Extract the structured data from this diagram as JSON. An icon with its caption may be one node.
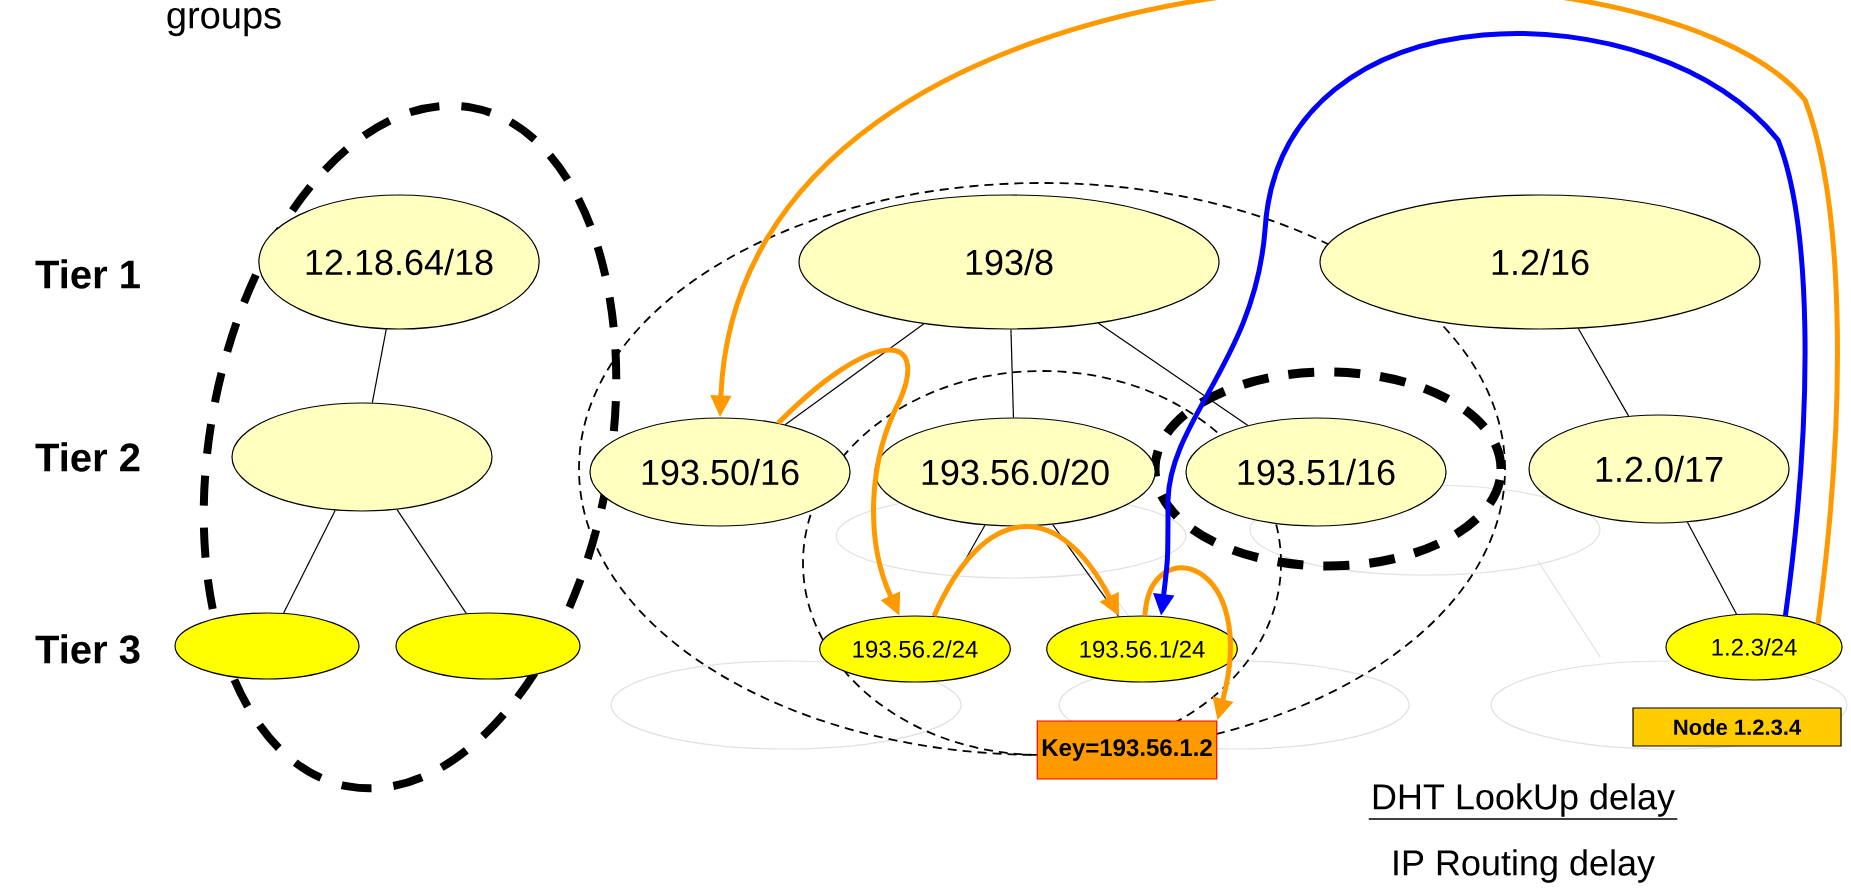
{
  "diagram": {
    "nodes": [
      {
        "text": [
          "12.18.64/18"
        ]
      },
      {
        "text": [
          "193/8"
        ]
      },
      {
        "text": [
          "1.2/16"
        ]
      },
      {
        "text": [],
        "shape": "ellipse"
      },
      {
        "text": [
          "193.50/16"
        ]
      },
      {
        "text": [
          "193.56.0/20"
        ]
      },
      {
        "text": [
          "193.51/16"
        ]
      },
      {
        "text": [
          "1.2.0/17"
        ]
      },
      {
        "text": [],
        "shape": "ellipse"
      },
      {
        "text": [],
        "shape": "ellipse"
      },
      {
        "text": [
          "193.56.2/24"
        ]
      },
      {
        "text": [
          "193.56.1/24"
        ]
      },
      {
        "text": [
          "1.2.3/24"
        ]
      },
      {
        "text": [
          "Node 1.2.3.4"
        ]
      },
      {
        "text": [
          "Key=193.56.1.2"
        ]
      }
    ],
    "edges": [
      {
        "from": 0,
        "to": 3,
        "arrow": "none"
      },
      {
        "from": 3,
        "to": 8,
        "arrow": "none"
      },
      {
        "from": 3,
        "to": 9,
        "arrow": "none"
      },
      {
        "from": 1,
        "to": 4,
        "arrow": "none"
      },
      {
        "from": 1,
        "to": 5,
        "arrow": "none"
      },
      {
        "from": 1,
        "to": 6,
        "arrow": "none"
      },
      {
        "from": 2,
        "to": 7,
        "arrow": "none"
      },
      {
        "from": 5,
        "to": 10,
        "arrow": "none"
      },
      {
        "from": 5,
        "to": 11,
        "arrow": "none"
      },
      {
        "from": 7,
        "to": 12,
        "arrow": "none"
      },
      {
        "from": 12,
        "to": 4,
        "arrow": "to",
        "style": "thick",
        "color": "#ff9900"
      },
      {
        "from": 4,
        "to": 10,
        "arrow": "to",
        "style": "thick",
        "color": "#ff9900"
      },
      {
        "from": 10,
        "to": 11,
        "arrow": "to",
        "style": "thick",
        "color": "#ff9900"
      },
      {
        "from": 11,
        "to": 14,
        "arrow": "to",
        "style": "thick",
        "color": "#ff9900"
      },
      {
        "from": 12,
        "to": 11,
        "arrow": "to",
        "style": "thick",
        "color": "#0000ff"
      }
    ],
    "labels": [
      "groups",
      "Tier 1",
      "Tier 2",
      "Tier 3",
      "DHT LookUp delay",
      "IP Routing delay"
    ]
  }
}
